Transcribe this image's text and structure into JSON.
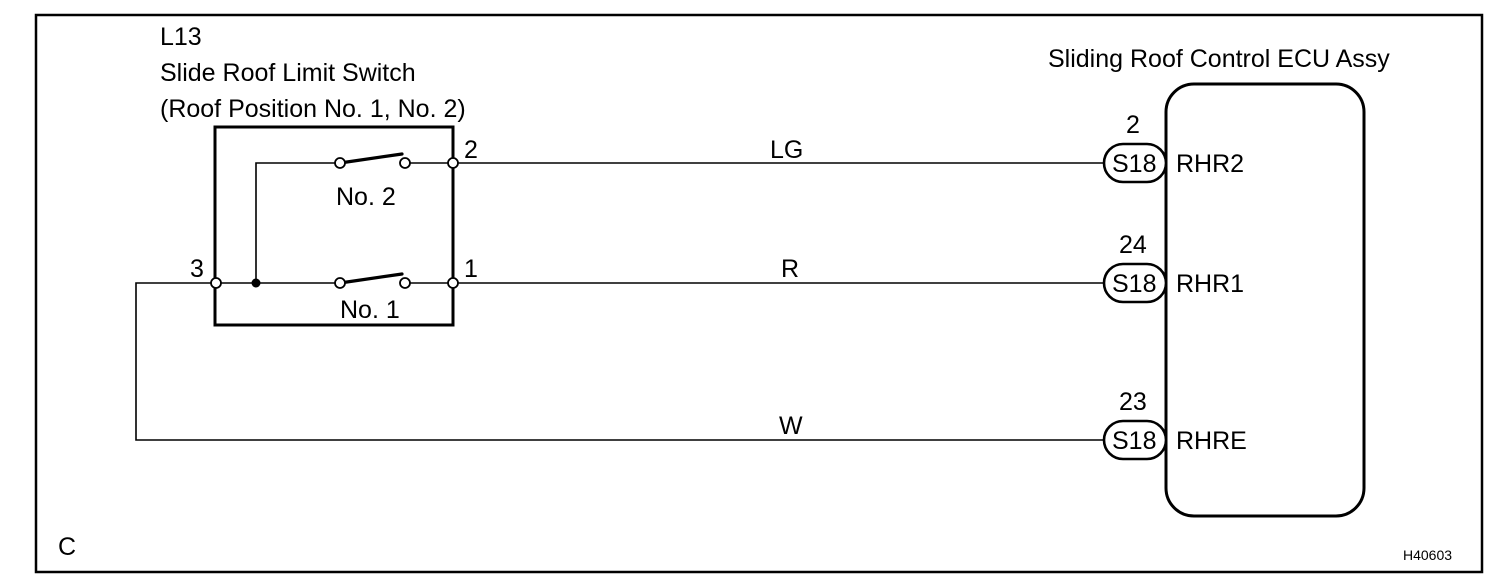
{
  "switch": {
    "code": "L13",
    "name": "Slide Roof Limit Switch",
    "subtitle": "(Roof Position No. 1, No. 2)",
    "pins": {
      "p1": "1",
      "p2": "2",
      "p3": "3"
    },
    "contacts": {
      "no2": "No. 2",
      "no1": "No. 1"
    }
  },
  "ecu": {
    "name": "Sliding Roof Control ECU Assy",
    "connectors": [
      {
        "pin": "2",
        "connector": "S18",
        "signal": "RHR2"
      },
      {
        "pin": "24",
        "connector": "S18",
        "signal": "RHR1"
      },
      {
        "pin": "23",
        "connector": "S18",
        "signal": "RHRE"
      }
    ]
  },
  "wires": [
    {
      "color": "LG"
    },
    {
      "color": "R"
    },
    {
      "color": "W"
    }
  ],
  "corner_label": "C",
  "figure_code": "H40603"
}
